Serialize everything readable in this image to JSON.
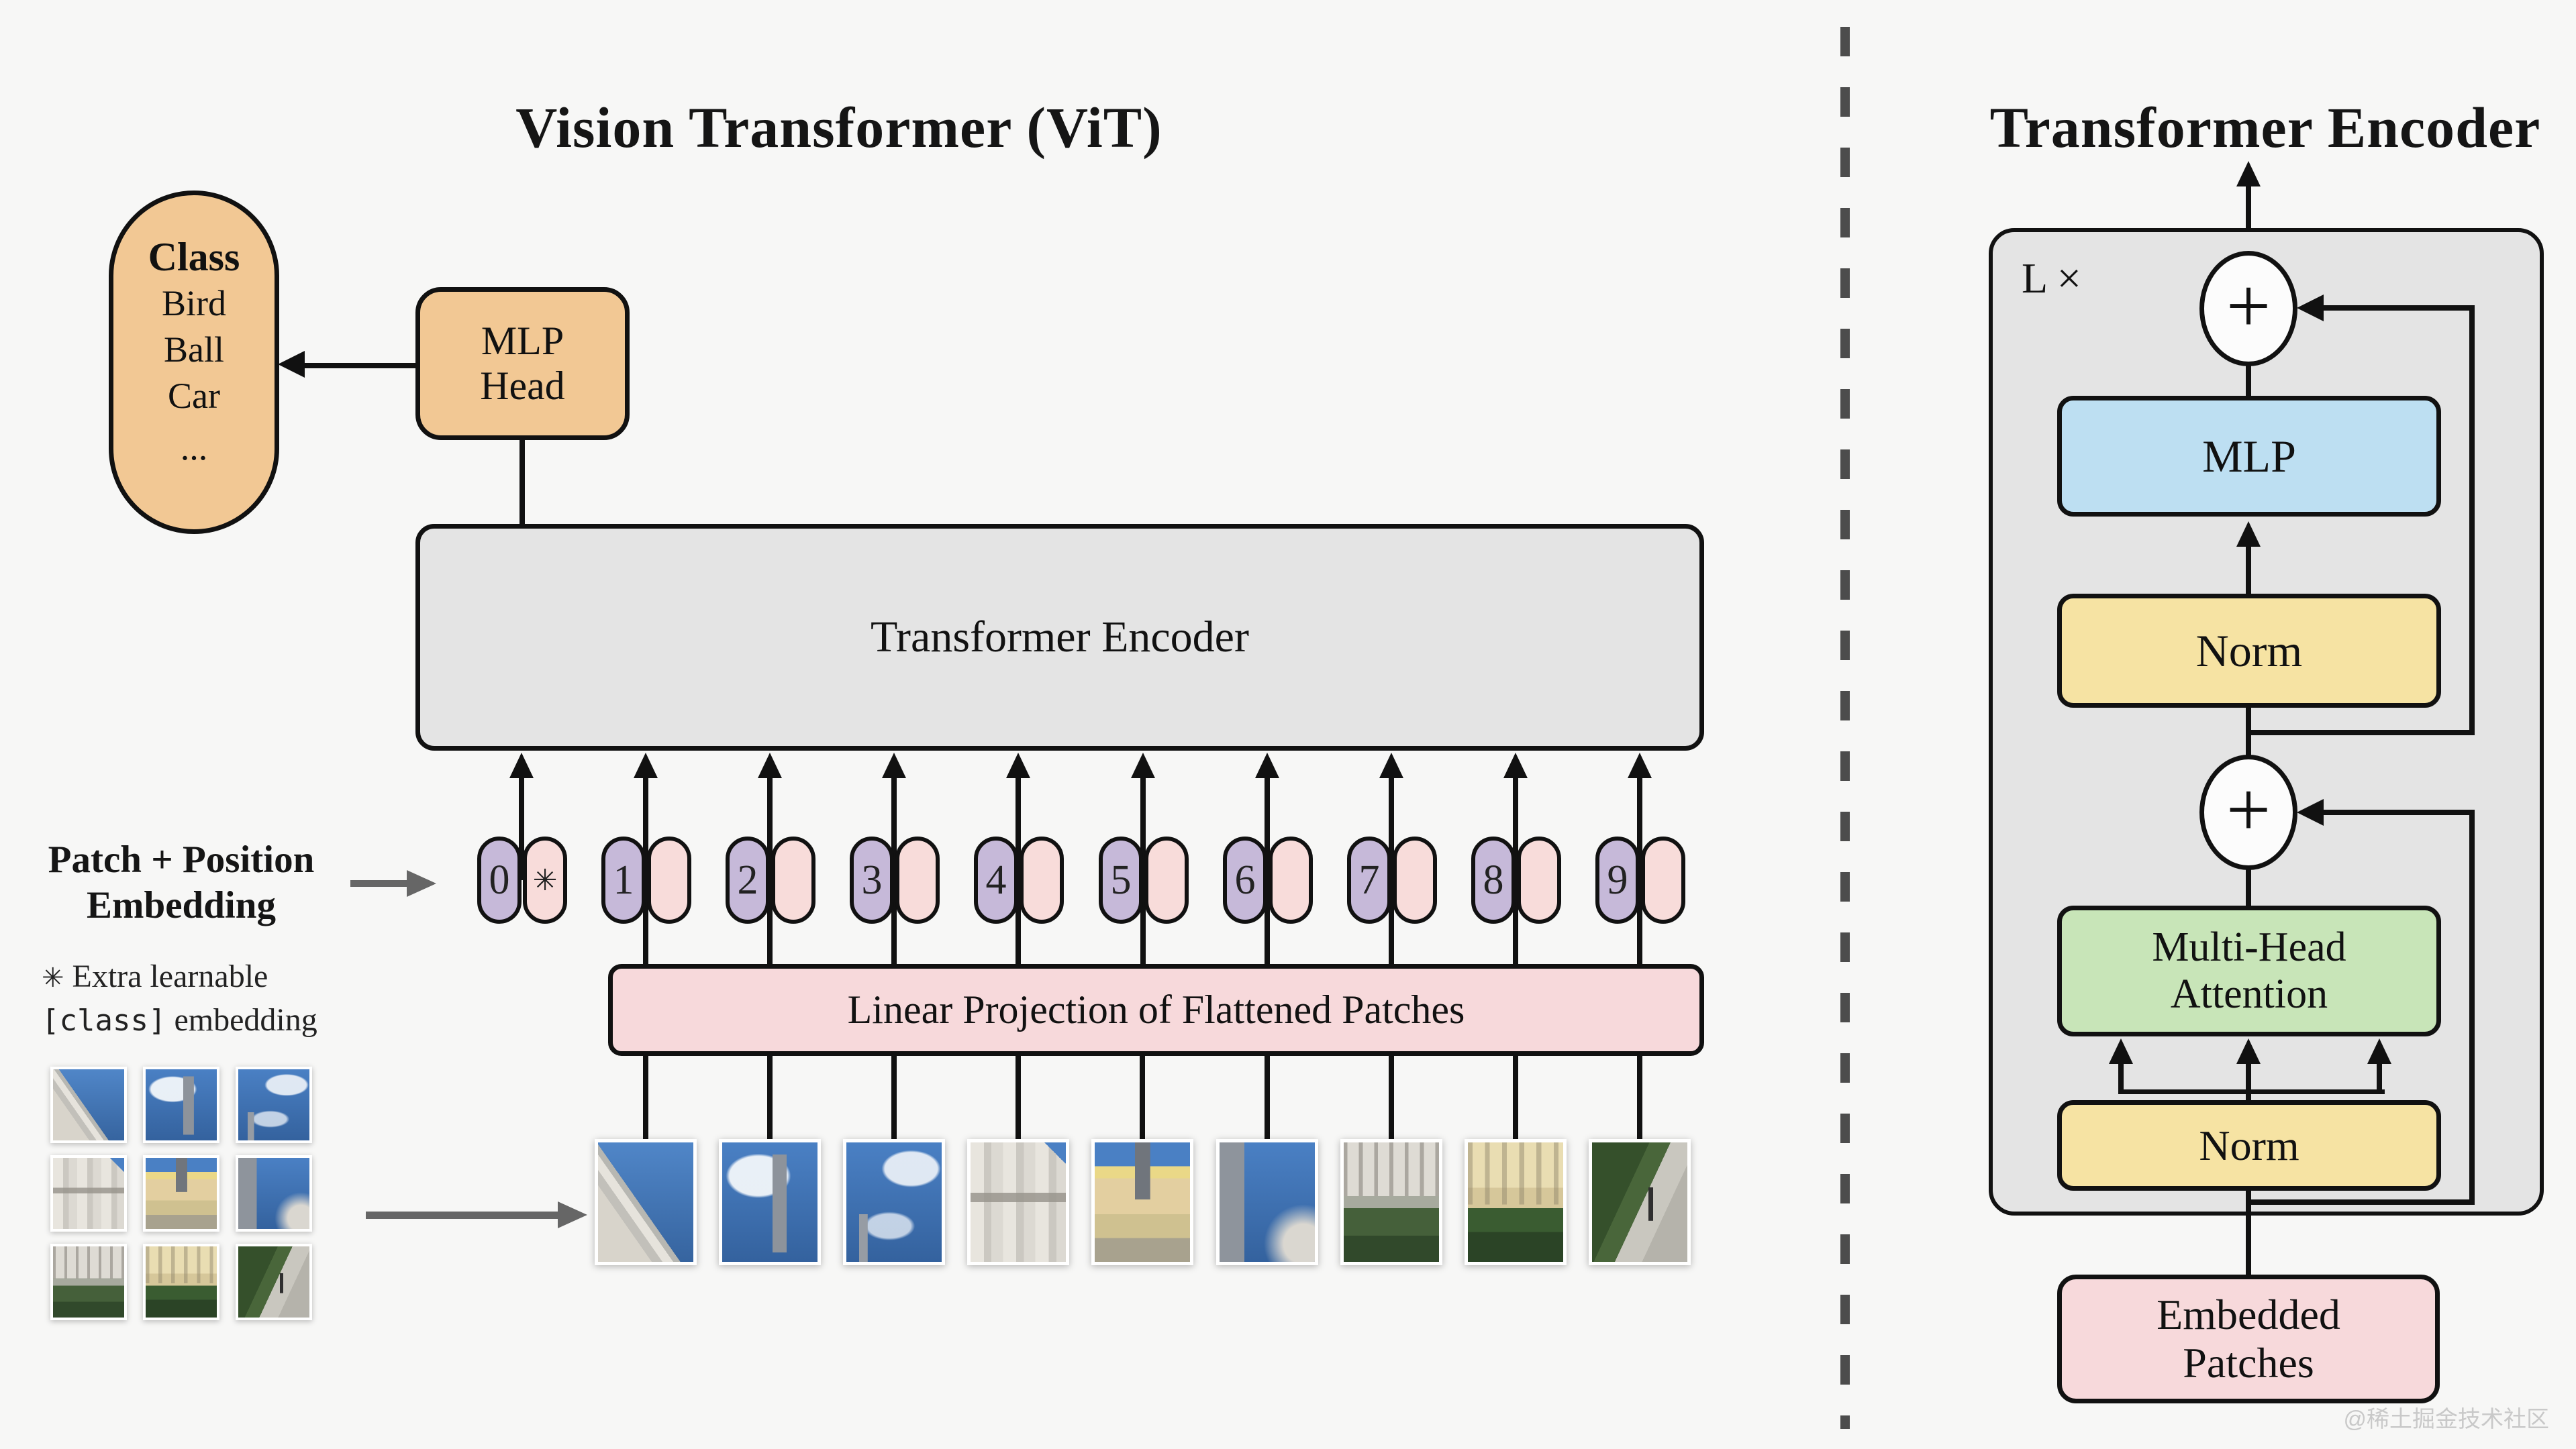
{
  "figure": {
    "left": {
      "title": "Vision Transformer (ViT)",
      "class_pill": {
        "header": "Class",
        "items": [
          "Bird",
          "Ball",
          "Car"
        ],
        "ellipsis": "..."
      },
      "mlp_head_label": "MLP\nHead",
      "encoder_label": "Transformer Encoder",
      "patch_position_label": "Patch + Position\nEmbedding",
      "class_note": {
        "star": "✳",
        "line1": "Extra learnable",
        "code": "[class]",
        "line2_rest": "embedding"
      },
      "projection_label": "Linear Projection of Flattened Patches",
      "token_labels": [
        "0",
        "1",
        "2",
        "3",
        "4",
        "5",
        "6",
        "7",
        "8",
        "9"
      ],
      "class_token_symbol": "✳"
    },
    "right": {
      "title": "Transformer Encoder",
      "loop_label": "L ×",
      "plus_symbol": "+",
      "mlp_label": "MLP",
      "norm_top_label": "Norm",
      "attention_label": "Multi-Head\nAttention",
      "norm_bottom_label": "Norm",
      "embedded_label": "Embedded\nPatches"
    },
    "watermark": "@稀土掘金技术社区",
    "colors": {
      "background": "#f7f7f6",
      "orange": "#f2c894",
      "gray_box": "#e4e4e4",
      "pink_box": "#f7d9db",
      "purple_pill": "#c6b9d9",
      "pink_pill": "#f8dcda",
      "blue_box": "#bddff2",
      "yellow_box": "#f6e3a3",
      "green_box": "#c8e5b8",
      "line": "#111111",
      "gray_arrow": "#666666",
      "dashed_divider": "#4c4c4c"
    }
  }
}
